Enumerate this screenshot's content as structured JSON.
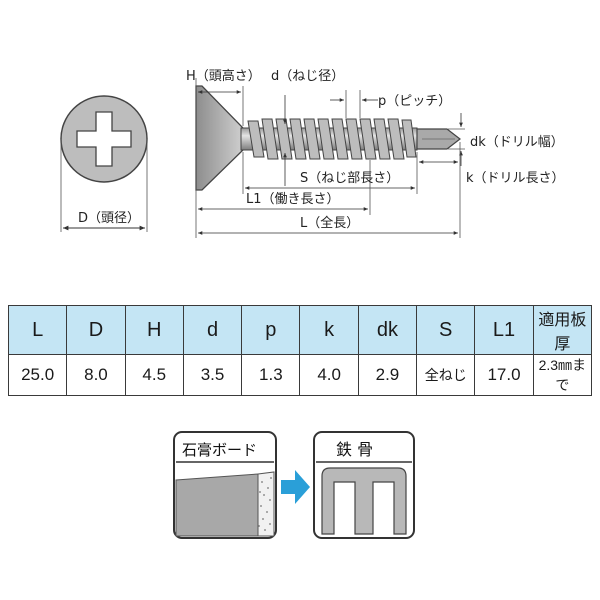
{
  "colors": {
    "header_bg": "#c4e5f4",
    "arrow": "#2a9fd8",
    "metal": "#b8b8b8"
  },
  "diagram": {
    "labels": {
      "H": "H（頭高さ）",
      "d": "d（ねじ径）",
      "p": "p（ピッチ）",
      "dk": "dk（ドリル幅）",
      "S": "S（ねじ部長さ）",
      "k": "k（ドリル長さ）",
      "L1": "L1（働き長さ）",
      "L": "L（全長）",
      "D": "D（頭径）"
    }
  },
  "spec_table": {
    "headers": [
      "L",
      "D",
      "H",
      "d",
      "p",
      "k",
      "dk",
      "S",
      "L1",
      "適用板厚"
    ],
    "row": [
      "25.0",
      "8.0",
      "4.5",
      "3.5",
      "1.3",
      "4.0",
      "2.9",
      "全ねじ",
      "17.0",
      "2.3㎜まで"
    ]
  },
  "application": {
    "from": "石膏ボード",
    "to": "鉄 骨"
  }
}
